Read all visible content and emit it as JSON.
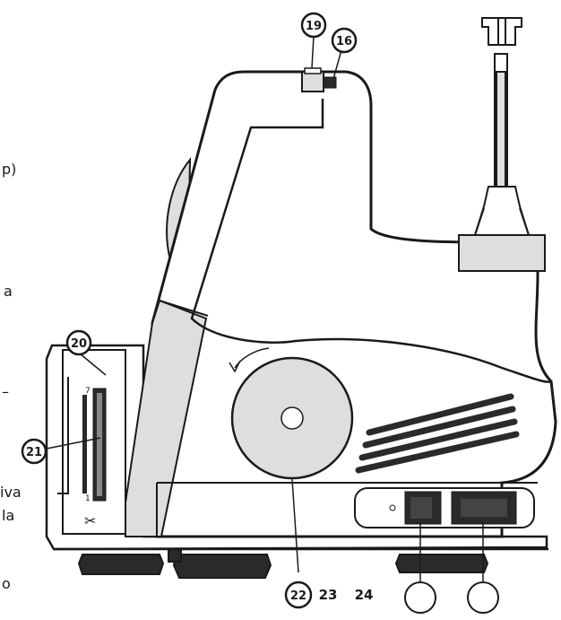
{
  "diagram": {
    "subject": "sewing machine side view",
    "callouts": [
      {
        "id": "c19",
        "label": "19"
      },
      {
        "id": "c16",
        "label": "16"
      },
      {
        "id": "c20",
        "label": "20"
      },
      {
        "id": "c21",
        "label": "21"
      },
      {
        "id": "c22",
        "label": "22"
      }
    ],
    "bottom_labels": [
      {
        "id": "b23",
        "label": "23"
      },
      {
        "id": "b24",
        "label": "24"
      }
    ],
    "empty_circles": [
      "connector-circle-1",
      "connector-circle-2"
    ],
    "scale_marks": {
      "top": "7",
      "bottom": "1"
    },
    "cropped_text": [
      "p)",
      "a",
      "–",
      "iva",
      "la",
      "o"
    ],
    "colors": {
      "line": "#1a1a1a",
      "body": "#ffffff",
      "shade": "#dedede",
      "dark": "#2a2a2a"
    }
  }
}
